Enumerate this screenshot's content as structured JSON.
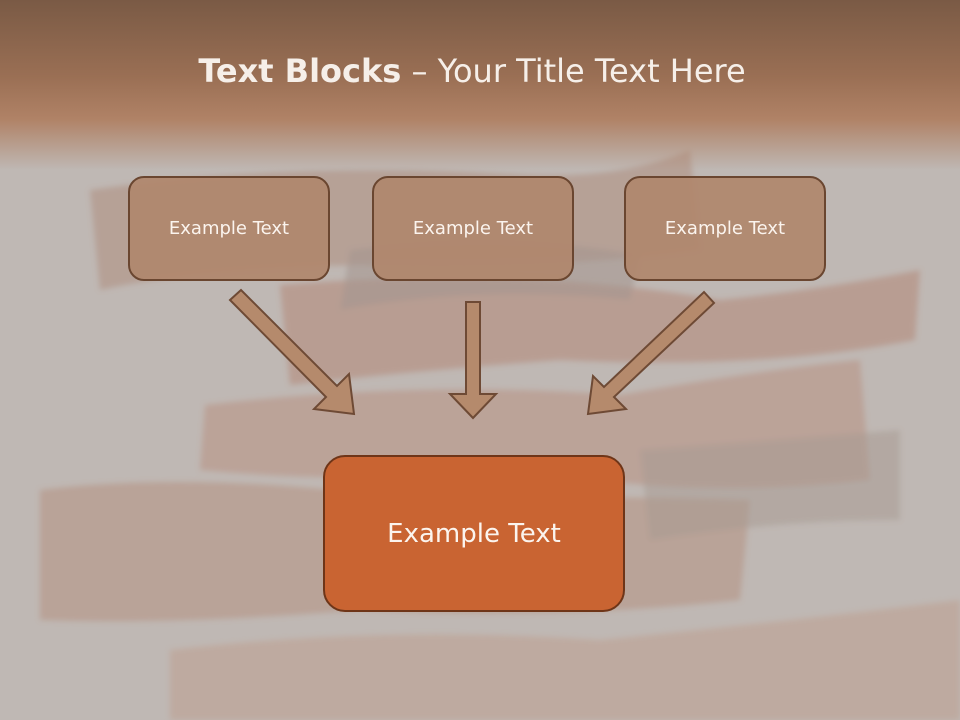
{
  "slide": {
    "title_bold": "Text Blocks",
    "title_dash": " – ",
    "title_rest": "Your Title Text Here"
  },
  "boxes": {
    "top_left": "Example Text",
    "top_center": "Example Text",
    "top_right": "Example Text",
    "main": "Example Text"
  },
  "colors": {
    "header": "#8a6550",
    "box_fill": "#b0876c",
    "box_border": "#6a4630",
    "main_fill": "#c96432",
    "arrow_fill": "#b58a6c"
  }
}
